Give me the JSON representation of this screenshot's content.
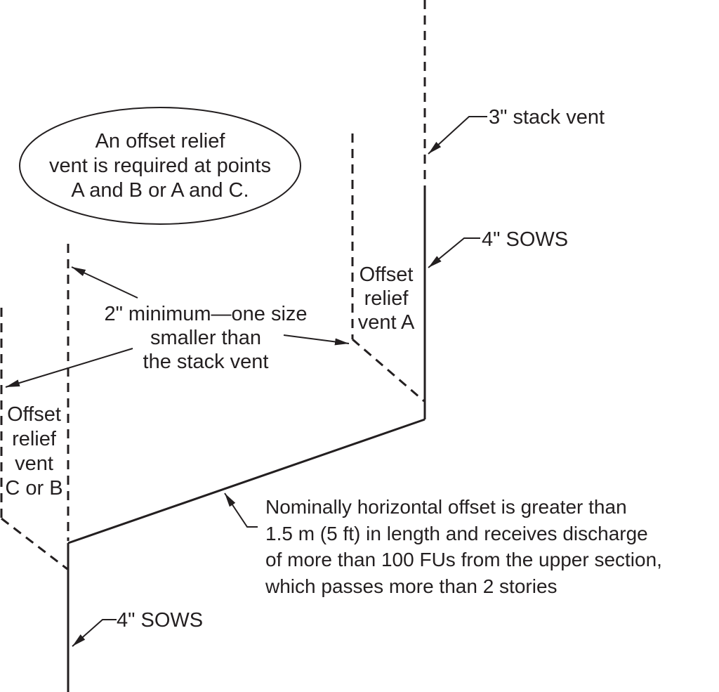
{
  "callout": {
    "lines": [
      "An offset relief",
      "vent is required at points",
      "A and B or A and C."
    ]
  },
  "labels": {
    "stack_vent": "3\" stack vent",
    "sows_upper": "4\" SOWS",
    "sows_lower": "4\" SOWS",
    "vent_a_lines": [
      "Offset",
      "relief",
      "vent A"
    ],
    "vent_cb_lines": [
      "Offset",
      "relief",
      "vent",
      "C or B"
    ],
    "min_size_lines": [
      "2\" minimum—one size",
      "smaller than",
      "the stack vent"
    ],
    "offset_note_lines": [
      "Nominally horizontal offset is greater than",
      "1.5 m (5 ft) in length and receives discharge",
      "of more than 100 FUs from the upper section,",
      "which passes more than 2 stories"
    ]
  },
  "colors": {
    "ink": "#231f20",
    "background": "#ffffff"
  }
}
